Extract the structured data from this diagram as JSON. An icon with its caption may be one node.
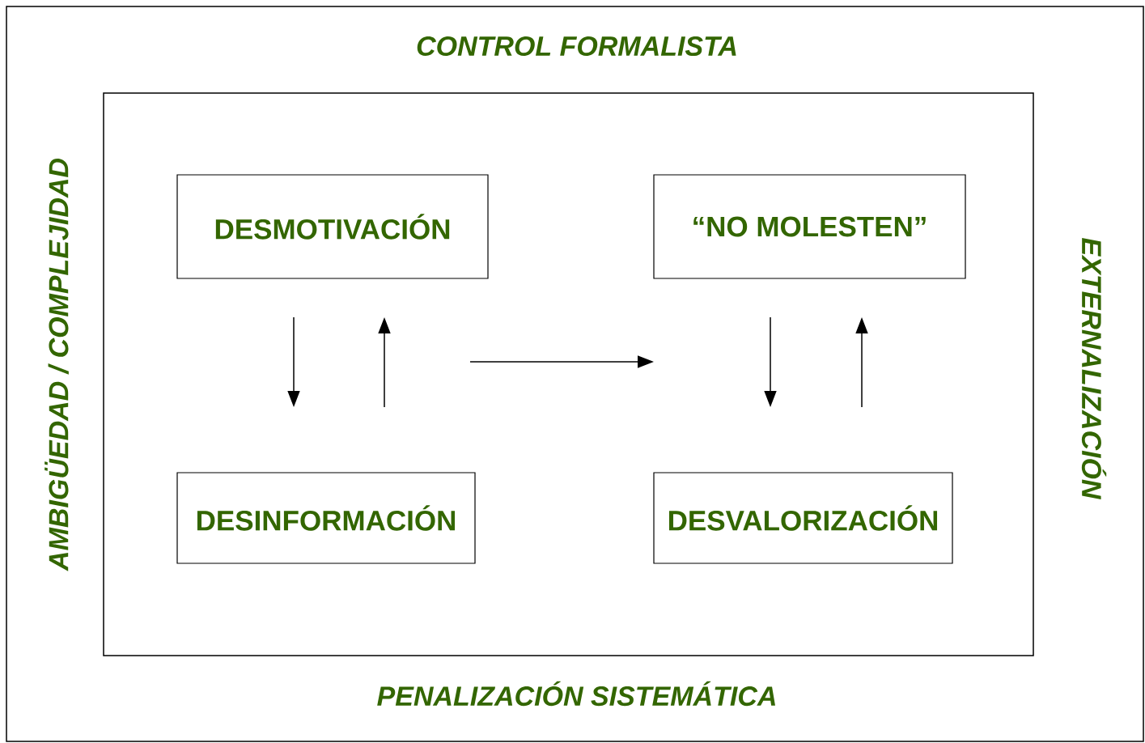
{
  "diagram": {
    "nodes": [
      {
        "text": [
          "CONTROL FORMALISTA",
          "AMBIGÜEDAD / COMPLEJIDAD",
          "EXTERNALIZACIÓN",
          "PENALIZACIÓN SISTEMÁTICA"
        ]
      },
      {
        "text": [],
        "shape": "box",
        "in": 0
      },
      {
        "text": [
          "DESMOTIVACIÓN"
        ],
        "in": 1
      },
      {
        "text": [
          "“NO MOLESTEN”"
        ],
        "in": 1
      },
      {
        "text": [
          "DESINFORMACIÓN"
        ],
        "in": 1
      },
      {
        "text": [
          "DESVALORIZACIÓN"
        ],
        "in": 1
      }
    ],
    "edges": [
      {
        "from": 2,
        "to": 4,
        "arrow": "to"
      },
      {
        "from": 4,
        "to": 2,
        "arrow": "to"
      },
      {
        "from": 3,
        "to": 5,
        "arrow": "to"
      },
      {
        "from": 5,
        "to": 3,
        "arrow": "to"
      }
    ]
  }
}
